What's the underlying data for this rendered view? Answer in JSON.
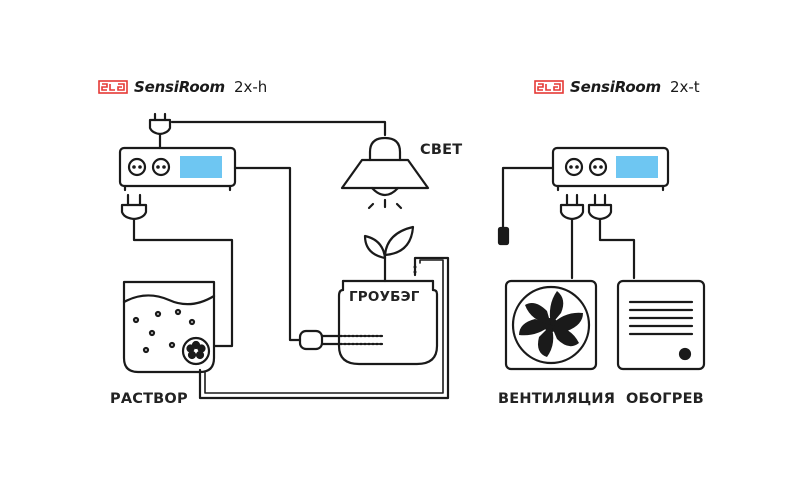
{
  "brands": [
    {
      "name": "SensiRoom",
      "model": "2x-h"
    },
    {
      "name": "SensiRoom",
      "model": "2x-t"
    }
  ],
  "labels": {
    "light": "СВЕТ",
    "growbag": "ГРОУБЭГ",
    "solution": "РАСТВОР",
    "ventilation": "ВЕНТИЛЯЦИЯ",
    "heating": "ОБОГРЕВ"
  },
  "colors": {
    "stroke": "#1a1a1a",
    "screen": "#6ec6f2",
    "logo": "#e53935",
    "text": "#222222"
  }
}
